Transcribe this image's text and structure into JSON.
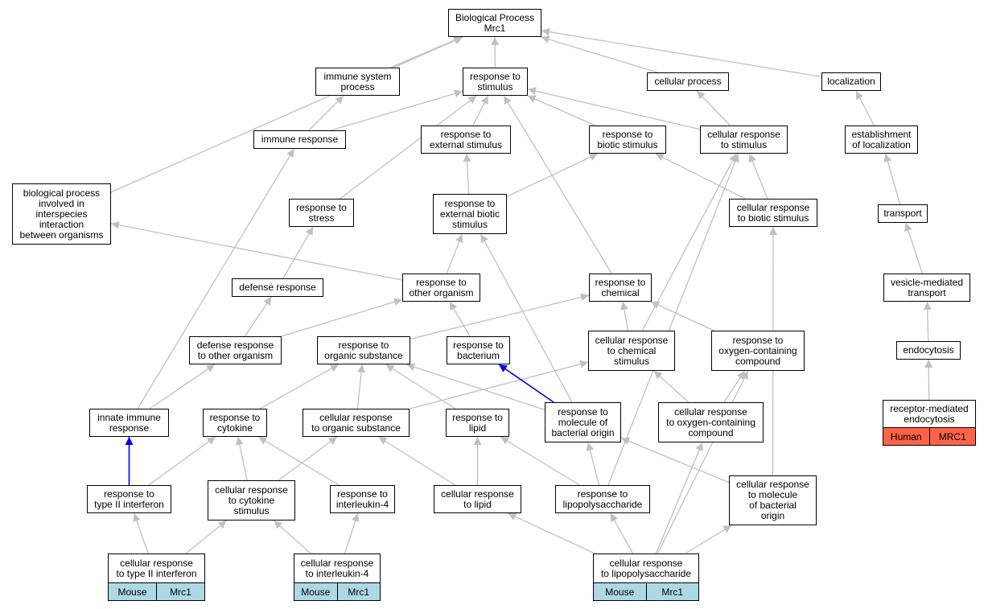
{
  "colors": {
    "edge": "#c0c0c0",
    "highlight_edge": "#0000ee",
    "mouse": "#add8e6",
    "human": "#ff6347"
  },
  "nodes": [
    {
      "id": "bp",
      "label": "Biological Process\nMrc1"
    },
    {
      "id": "immune_system",
      "label": "immune system\nprocess"
    },
    {
      "id": "resp_stim",
      "label": "response to\nstimulus"
    },
    {
      "id": "cell_proc",
      "label": "cellular process"
    },
    {
      "id": "localization",
      "label": "localization"
    },
    {
      "id": "immune_resp",
      "label": "immune response"
    },
    {
      "id": "resp_ext_stim",
      "label": "response to\nexternal stimulus"
    },
    {
      "id": "resp_biotic",
      "label": "response to\nbiotic stimulus"
    },
    {
      "id": "cell_resp_stim",
      "label": "cellular response\nto stimulus"
    },
    {
      "id": "estab_loc",
      "label": "establishment\nof localization"
    },
    {
      "id": "bp_interspecies",
      "label": "biological process\ninvolved in\ninterspecies\ninteraction\nbetween organisms"
    },
    {
      "id": "resp_stress",
      "label": "response to\nstress"
    },
    {
      "id": "resp_ext_biotic",
      "label": "response to\nexternal biotic\nstimulus"
    },
    {
      "id": "cell_resp_biotic",
      "label": "cellular response\nto biotic stimulus"
    },
    {
      "id": "transport",
      "label": "transport"
    },
    {
      "id": "defense_resp",
      "label": "defense response"
    },
    {
      "id": "resp_other_org",
      "label": "response to\nother organism"
    },
    {
      "id": "resp_chem",
      "label": "response to\nchemical"
    },
    {
      "id": "vesicle",
      "label": "vesicle-mediated\ntransport"
    },
    {
      "id": "def_other_org",
      "label": "defense response\nto other organism"
    },
    {
      "id": "resp_org_sub",
      "label": "response to\norganic substance"
    },
    {
      "id": "resp_bact",
      "label": "response to\nbacterium"
    },
    {
      "id": "cell_resp_chem",
      "label": "cellular response\nto chemical\nstimulus"
    },
    {
      "id": "resp_oxy",
      "label": "response to\noxygen-containing\ncompound"
    },
    {
      "id": "endocytosis",
      "label": "endocytosis"
    },
    {
      "id": "innate",
      "label": "innate immune\nresponse"
    },
    {
      "id": "resp_cytokine",
      "label": "response to\ncytokine"
    },
    {
      "id": "cell_resp_org_sub",
      "label": "cellular response\nto organic substance"
    },
    {
      "id": "resp_lipid",
      "label": "response to\nlipid"
    },
    {
      "id": "resp_mol_bact",
      "label": "response to\nmolecule of\nbacterial origin"
    },
    {
      "id": "cell_resp_oxy",
      "label": "cellular response\nto oxygen-containing\ncompound"
    },
    {
      "id": "rme",
      "label": "receptor-mediated\nendocytosis",
      "tags": [
        "Human",
        "MRC1"
      ],
      "tag_color": "human"
    },
    {
      "id": "resp_ifng",
      "label": "response to\ntype II interferon"
    },
    {
      "id": "cell_resp_cytokine",
      "label": "cellular response\nto cytokine\nstimulus"
    },
    {
      "id": "resp_il4",
      "label": "response to\ninterleukin-4"
    },
    {
      "id": "cell_resp_lipid",
      "label": "cellular response\nto lipid"
    },
    {
      "id": "resp_lps",
      "label": "response to\nlipopolysaccharide"
    },
    {
      "id": "cell_resp_mol_bact",
      "label": "cellular response\nto molecule\nof bacterial\norigin"
    },
    {
      "id": "cell_resp_ifng",
      "label": "cellular response\nto type II interferon",
      "tags": [
        "Mouse",
        "Mrc1"
      ],
      "tag_color": "mouse"
    },
    {
      "id": "cell_resp_il4",
      "label": "cellular response\nto interleukin-4",
      "tags": [
        "Mouse",
        "Mrc1"
      ],
      "tag_color": "mouse"
    },
    {
      "id": "cell_resp_lps",
      "label": "cellular response\nto lipopolysaccharide",
      "tags": [
        "Mouse",
        "Mrc1"
      ],
      "tag_color": "mouse"
    }
  ],
  "edges": [
    [
      "immune_system",
      "bp"
    ],
    [
      "resp_stim",
      "bp"
    ],
    [
      "cell_proc",
      "bp"
    ],
    [
      "localization",
      "bp"
    ],
    [
      "bp_interspecies",
      "bp"
    ],
    [
      "immune_resp",
      "immune_system"
    ],
    [
      "immune_resp",
      "resp_stim"
    ],
    [
      "resp_ext_stim",
      "resp_stim"
    ],
    [
      "resp_biotic",
      "resp_stim"
    ],
    [
      "cell_resp_stim",
      "resp_stim"
    ],
    [
      "cell_resp_stim",
      "cell_proc"
    ],
    [
      "resp_stress",
      "resp_stim"
    ],
    [
      "resp_chem",
      "resp_stim"
    ],
    [
      "estab_loc",
      "localization"
    ],
    [
      "transport",
      "estab_loc"
    ],
    [
      "vesicle",
      "transport"
    ],
    [
      "endocytosis",
      "vesicle"
    ],
    [
      "rme",
      "endocytosis"
    ],
    [
      "resp_ext_biotic",
      "resp_ext_stim"
    ],
    [
      "resp_ext_biotic",
      "resp_biotic"
    ],
    [
      "cell_resp_biotic",
      "resp_biotic"
    ],
    [
      "cell_resp_biotic",
      "cell_resp_stim"
    ],
    [
      "defense_resp",
      "resp_stress"
    ],
    [
      "resp_other_org",
      "resp_ext_biotic"
    ],
    [
      "resp_other_org",
      "bp_interspecies"
    ],
    [
      "def_other_org",
      "defense_resp"
    ],
    [
      "def_other_org",
      "resp_other_org"
    ],
    [
      "resp_bact",
      "resp_other_org"
    ],
    [
      "resp_org_sub",
      "resp_chem"
    ],
    [
      "cell_resp_chem",
      "resp_chem"
    ],
    [
      "cell_resp_chem",
      "cell_resp_stim"
    ],
    [
      "resp_oxy",
      "resp_chem"
    ],
    [
      "innate",
      "immune_resp"
    ],
    [
      "innate",
      "def_other_org"
    ],
    [
      "resp_cytokine",
      "resp_org_sub"
    ],
    [
      "cell_resp_org_sub",
      "resp_org_sub"
    ],
    [
      "cell_resp_org_sub",
      "cell_resp_chem"
    ],
    [
      "resp_lipid",
      "resp_org_sub"
    ],
    [
      "resp_mol_bact",
      "resp_org_sub"
    ],
    [
      "resp_mol_bact",
      "resp_ext_biotic"
    ],
    [
      "resp_mol_bact",
      "resp_bact"
    ],
    [
      "cell_resp_oxy",
      "resp_oxy"
    ],
    [
      "cell_resp_oxy",
      "cell_resp_chem"
    ],
    [
      "resp_ifng",
      "innate"
    ],
    [
      "resp_ifng",
      "resp_cytokine"
    ],
    [
      "cell_resp_cytokine",
      "resp_cytokine"
    ],
    [
      "cell_resp_cytokine",
      "cell_resp_org_sub"
    ],
    [
      "resp_il4",
      "resp_cytokine"
    ],
    [
      "cell_resp_lipid",
      "resp_lipid"
    ],
    [
      "cell_resp_lipid",
      "cell_resp_org_sub"
    ],
    [
      "resp_lps",
      "resp_lipid"
    ],
    [
      "resp_lps",
      "resp_mol_bact"
    ],
    [
      "resp_lps",
      "cell_resp_stim"
    ],
    [
      "cell_resp_mol_bact",
      "resp_mol_bact"
    ],
    [
      "cell_resp_mol_bact",
      "cell_resp_biotic"
    ],
    [
      "cell_resp_ifng",
      "resp_ifng"
    ],
    [
      "cell_resp_ifng",
      "cell_resp_cytokine"
    ],
    [
      "cell_resp_il4",
      "resp_il4"
    ],
    [
      "cell_resp_il4",
      "cell_resp_cytokine"
    ],
    [
      "cell_resp_lps",
      "resp_lps"
    ],
    [
      "cell_resp_lps",
      "cell_resp_lipid"
    ],
    [
      "cell_resp_lps",
      "cell_resp_oxy"
    ],
    [
      "cell_resp_lps",
      "cell_resp_mol_bact"
    ],
    [
      "cell_resp_lps",
      "resp_oxy"
    ]
  ],
  "highlight_edges": [
    [
      "resp_ifng",
      "innate"
    ],
    [
      "resp_mol_bact",
      "resp_bact"
    ]
  ]
}
